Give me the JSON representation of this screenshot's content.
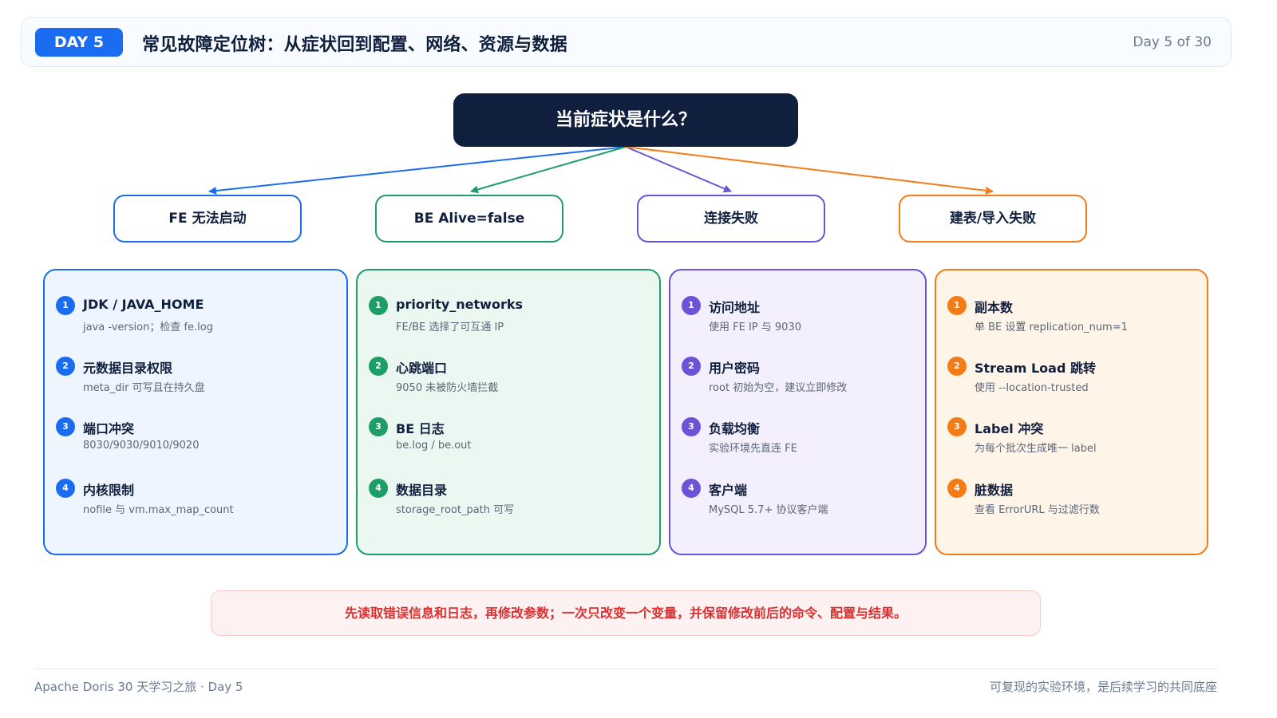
{
  "header": {
    "day_badge": "DAY 5",
    "title": "常见故障定位树：从症状回到配置、网络、资源与数据",
    "progress": "Day 5 of 30"
  },
  "root": {
    "label": "当前症状是什么？"
  },
  "branches": [
    {
      "label": "FE 无法启动",
      "color": "#1a6df0"
    },
    {
      "label": "BE Alive=false",
      "color": "#1f9d67"
    },
    {
      "label": "连接失败",
      "color": "#6b52d6"
    },
    {
      "label": "建表/导入失败",
      "color": "#f47b16"
    }
  ],
  "cards": [
    {
      "color": "#1a6df0",
      "bg": "#eef5ff",
      "items": [
        {
          "num": "1",
          "title": "JDK / JAVA_HOME",
          "desc": "java -version；检查 fe.log"
        },
        {
          "num": "2",
          "title": "元数据目录权限",
          "desc": "meta_dir 可写且在持久盘"
        },
        {
          "num": "3",
          "title": "端口冲突",
          "desc": "8030/9030/9010/9020"
        },
        {
          "num": "4",
          "title": "内核限制",
          "desc": "nofile 与 vm.max_map_count"
        }
      ]
    },
    {
      "color": "#1f9d67",
      "bg": "#ebf8f1",
      "items": [
        {
          "num": "1",
          "title": "priority_networks",
          "desc": "FE/BE 选择了可互通 IP"
        },
        {
          "num": "2",
          "title": "心跳端口",
          "desc": "9050 未被防火墙拦截"
        },
        {
          "num": "3",
          "title": "BE 日志",
          "desc": "be.log / be.out"
        },
        {
          "num": "4",
          "title": "数据目录",
          "desc": "storage_root_path 可写"
        }
      ]
    },
    {
      "color": "#6b52d6",
      "bg": "#f3effd",
      "items": [
        {
          "num": "1",
          "title": "访问地址",
          "desc": "使用 FE IP 与 9030"
        },
        {
          "num": "2",
          "title": "用户密码",
          "desc": "root 初始为空，建议立即修改"
        },
        {
          "num": "3",
          "title": "负载均衡",
          "desc": "实验环境先直连 FE"
        },
        {
          "num": "4",
          "title": "客户端",
          "desc": "MySQL 5.7+ 协议客户端"
        }
      ]
    },
    {
      "color": "#f47b16",
      "bg": "#fff4e8",
      "items": [
        {
          "num": "1",
          "title": "副本数",
          "desc": "单 BE 设置 replication_num=1"
        },
        {
          "num": "2",
          "title": "Stream Load 跳转",
          "desc": "使用 --location-trusted"
        },
        {
          "num": "3",
          "title": "Label 冲突",
          "desc": "为每个批次生成唯一 label"
        },
        {
          "num": "4",
          "title": "脏数据",
          "desc": "查看 ErrorURL 与过滤行数"
        }
      ]
    }
  ],
  "tip": "先读取错误信息和日志，再修改参数；一次只改变一个变量，并保留修改前后的命令、配置与结果。",
  "footer": {
    "left": "Apache Doris 30 天学习之旅 · Day 5",
    "right": "可复现的实验环境，是后续学习的共同底座"
  }
}
